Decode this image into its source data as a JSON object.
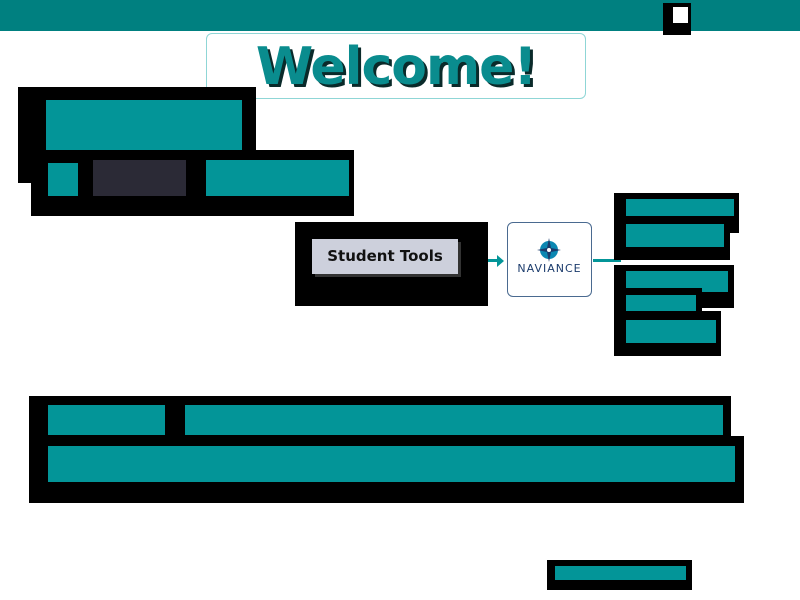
{
  "welcome": {
    "title": "Welcome!"
  },
  "tools": {
    "label": "Student Tools"
  },
  "naviance": {
    "logo_text": "NAVIANCE",
    "icon": "compass-star-icon"
  },
  "colors": {
    "teal": "#039598",
    "topbar": "#008080",
    "tools_button": "#cdd0dc"
  }
}
